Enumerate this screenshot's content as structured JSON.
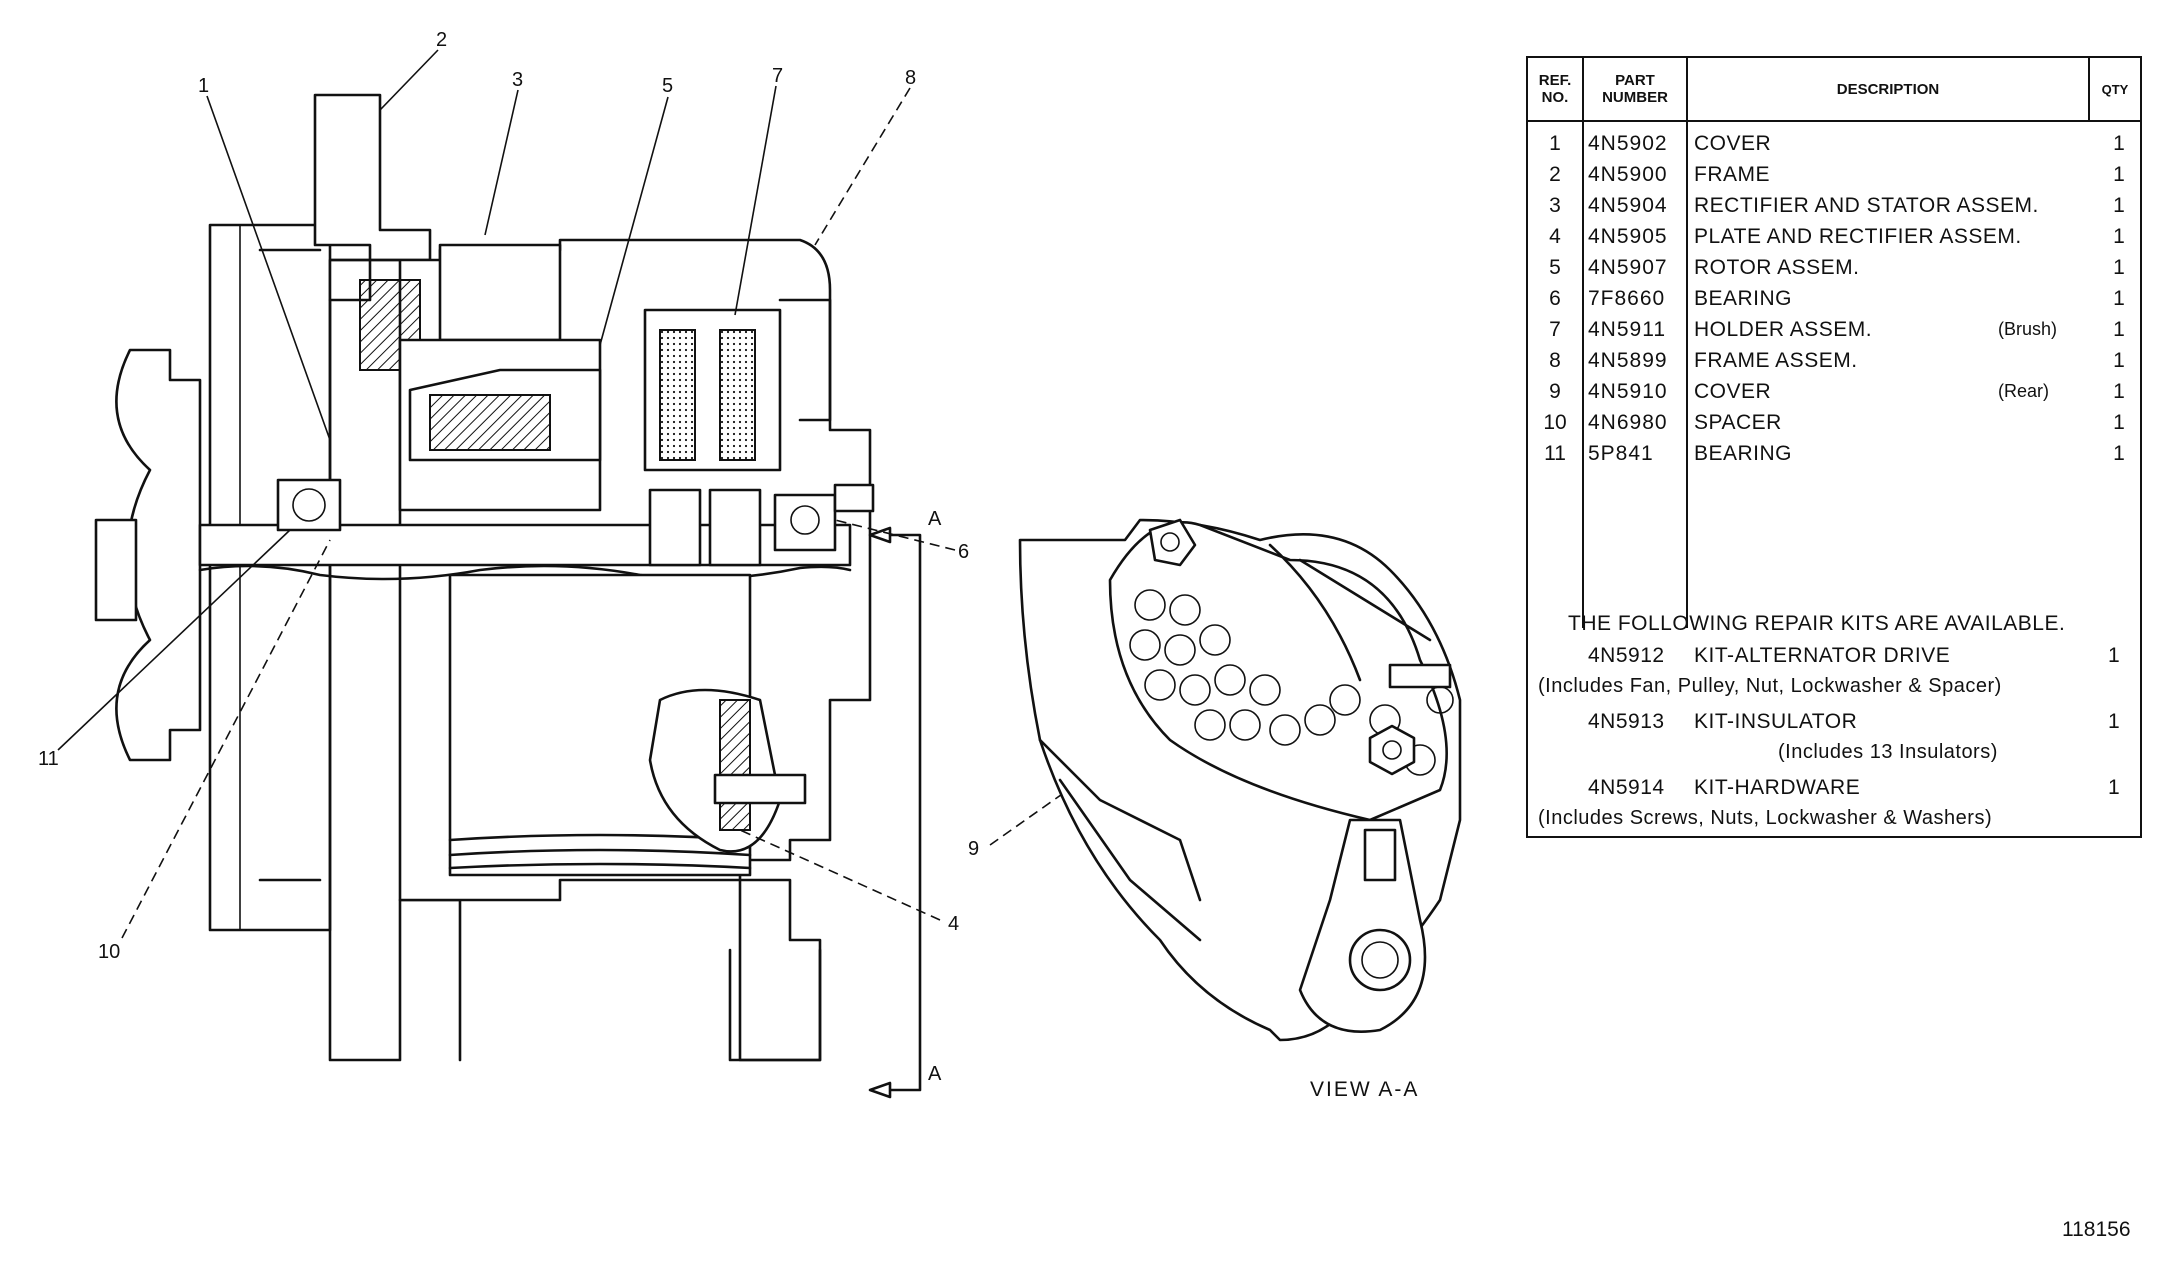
{
  "callouts": {
    "c1": "1",
    "c2": "2",
    "c3": "3",
    "c4": "4",
    "c5": "5",
    "c6": "6",
    "c7": "7",
    "c8": "8",
    "c9": "9",
    "c10": "10",
    "c11": "11"
  },
  "section_marks": {
    "top": "A",
    "bottom": "A"
  },
  "view_caption": "VIEW A-A",
  "drawing_number": "118156",
  "table": {
    "headers": {
      "ref": "REF. NO.",
      "part": "PART NUMBER",
      "desc": "DESCRIPTION",
      "qty": "QTY"
    },
    "rows": [
      {
        "ref": "1",
        "part": "4N5902",
        "desc": "COVER",
        "note": "",
        "qty": "1"
      },
      {
        "ref": "2",
        "part": "4N5900",
        "desc": "FRAME",
        "note": "",
        "qty": "1"
      },
      {
        "ref": "3",
        "part": "4N5904",
        "desc": "RECTIFIER AND STATOR ASSEM.",
        "note": "",
        "qty": "1"
      },
      {
        "ref": "4",
        "part": "4N5905",
        "desc": "PLATE AND RECTIFIER ASSEM.",
        "note": "",
        "qty": "1"
      },
      {
        "ref": "5",
        "part": "4N5907",
        "desc": "ROTOR ASSEM.",
        "note": "",
        "qty": "1"
      },
      {
        "ref": "6",
        "part": "7F8660",
        "desc": "BEARING",
        "note": "",
        "qty": "1"
      },
      {
        "ref": "7",
        "part": "4N5911",
        "desc": "HOLDER ASSEM.",
        "note": "(Brush)",
        "qty": "1"
      },
      {
        "ref": "8",
        "part": "4N5899",
        "desc": "FRAME ASSEM.",
        "note": "",
        "qty": "1"
      },
      {
        "ref": "9",
        "part": "4N5910",
        "desc": "COVER",
        "note": "(Rear)",
        "qty": "1"
      },
      {
        "ref": "10",
        "part": "4N6980",
        "desc": "SPACER",
        "note": "",
        "qty": "1"
      },
      {
        "ref": "11",
        "part": "5P841",
        "desc": "BEARING",
        "note": "",
        "qty": "1"
      }
    ],
    "kits_heading": "THE FOLLOWING REPAIR KITS ARE AVAILABLE.",
    "kits": [
      {
        "part": "4N5912",
        "desc": "KIT-ALTERNATOR DRIVE",
        "qty": "1",
        "includes": "(Includes Fan, Pulley, Nut, Lockwasher & Spacer)"
      },
      {
        "part": "4N5913",
        "desc": "KIT-INSULATOR",
        "qty": "1",
        "includes": "(Includes 13 Insulators)"
      },
      {
        "part": "4N5914",
        "desc": "KIT-HARDWARE",
        "qty": "1",
        "includes": "(Includes Screws, Nuts, Lockwasher & Washers)"
      }
    ]
  }
}
